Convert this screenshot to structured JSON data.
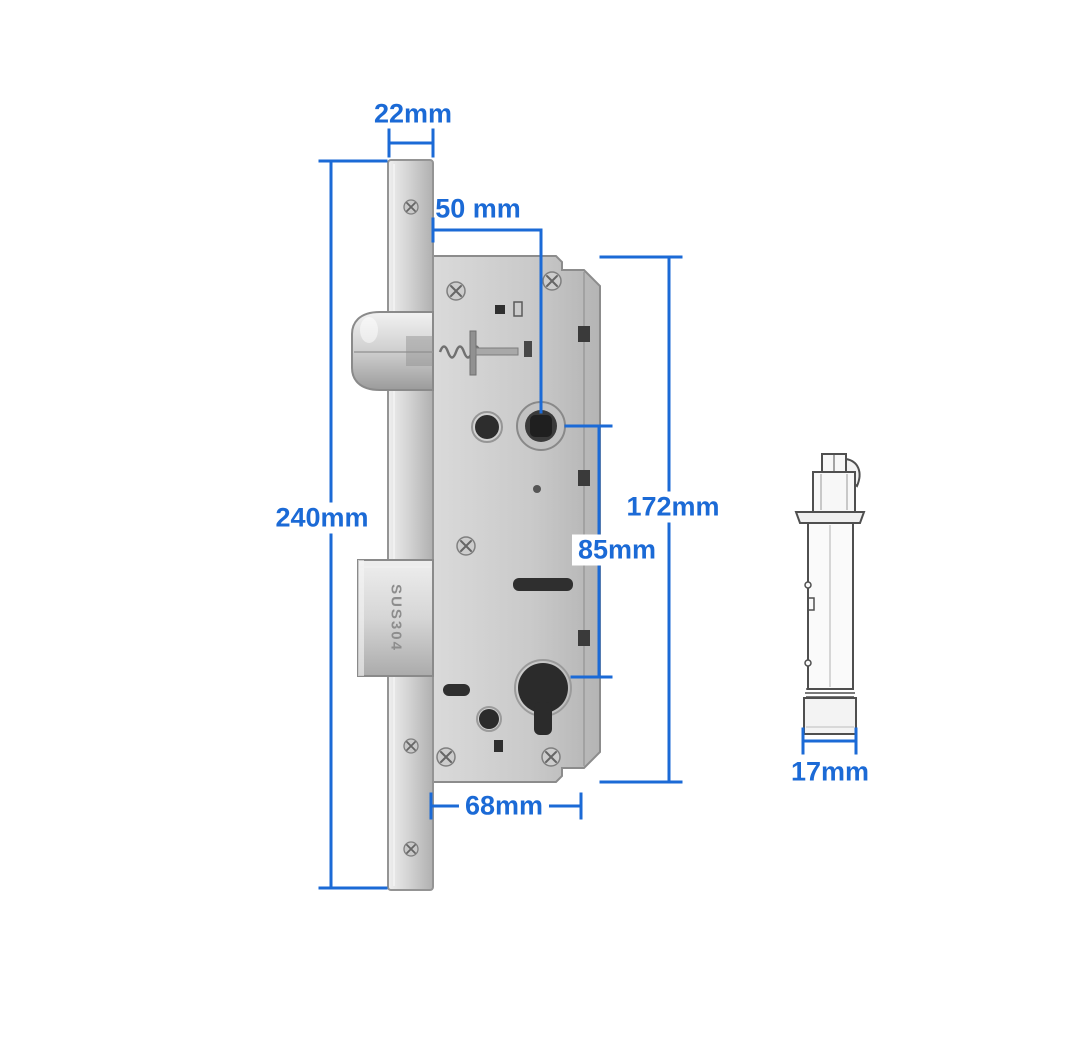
{
  "diagram": {
    "type": "mortise-lock-dimension-drawing",
    "background_color": "#ffffff",
    "accent_color": "#1b6ad6",
    "metal_color_light": "#e8e8e8",
    "metal_color_dark": "#9b9b9b"
  },
  "lock": {
    "material": "SUS304"
  },
  "dimensions": {
    "faceplate_width": "22mm",
    "backset_to_spindle": "50 mm",
    "faceplate_height": "240mm",
    "body_height": "172mm",
    "hole_spacing": "85mm",
    "body_width": "68mm",
    "adapter_width": "17mm"
  }
}
